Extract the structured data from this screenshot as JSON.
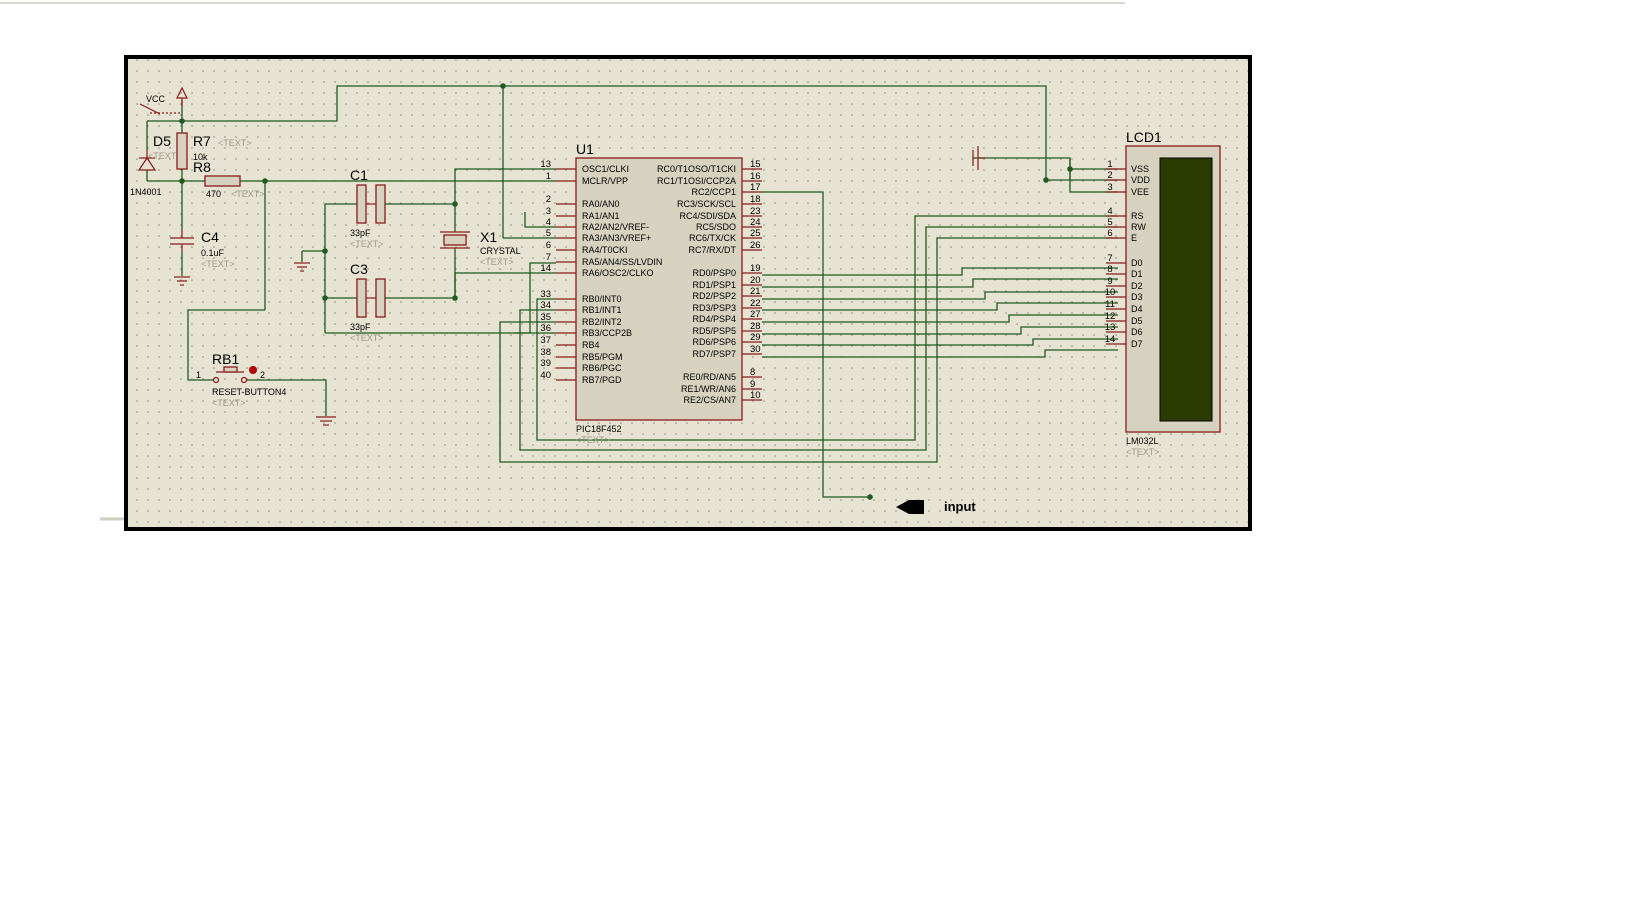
{
  "u1": {
    "ref": "U1",
    "part": "PIC18F452",
    "left_pins": [
      {
        "num": "13",
        "name": "OSC1/CLKI"
      },
      {
        "num": "1",
        "name": "MCLR/VPP"
      },
      {
        "num": "2",
        "name": "RA0/AN0"
      },
      {
        "num": "3",
        "name": "RA1/AN1"
      },
      {
        "num": "4",
        "name": "RA2/AN2/VREF-"
      },
      {
        "num": "5",
        "name": "RA3/AN3/VREF+"
      },
      {
        "num": "6",
        "name": "RA4/T0CKI"
      },
      {
        "num": "7",
        "name": "RA5/AN4/SS/LVDIN"
      },
      {
        "num": "14",
        "name": "RA6/OSC2/CLKO"
      },
      {
        "num": "33",
        "name": "RB0/INT0"
      },
      {
        "num": "34",
        "name": "RB1/INT1"
      },
      {
        "num": "35",
        "name": "RB2/INT2"
      },
      {
        "num": "36",
        "name": "RB3/CCP2B"
      },
      {
        "num": "37",
        "name": "RB4"
      },
      {
        "num": "38",
        "name": "RB5/PGM"
      },
      {
        "num": "39",
        "name": "RB6/PGC"
      },
      {
        "num": "40",
        "name": "RB7/PGD"
      }
    ],
    "right_pins": [
      {
        "num": "15",
        "name": "RC0/T1OSO/T1CKI"
      },
      {
        "num": "16",
        "name": "RC1/T1OSI/CCP2A"
      },
      {
        "num": "17",
        "name": "RC2/CCP1"
      },
      {
        "num": "18",
        "name": "RC3/SCK/SCL"
      },
      {
        "num": "23",
        "name": "RC4/SDI/SDA"
      },
      {
        "num": "24",
        "name": "RC5/SDO"
      },
      {
        "num": "25",
        "name": "RC6/TX/CK"
      },
      {
        "num": "26",
        "name": "RC7/RX/DT"
      },
      {
        "num": "19",
        "name": "RD0/PSP0"
      },
      {
        "num": "20",
        "name": "RD1/PSP1"
      },
      {
        "num": "21",
        "name": "RD2/PSP2"
      },
      {
        "num": "22",
        "name": "RD3/PSP3"
      },
      {
        "num": "27",
        "name": "RD4/PSP4"
      },
      {
        "num": "28",
        "name": "RD5/PSP5"
      },
      {
        "num": "29",
        "name": "RD6/PSP6"
      },
      {
        "num": "30",
        "name": "RD7/PSP7"
      },
      {
        "num": "8",
        "name": "RE0/RD/AN5"
      },
      {
        "num": "9",
        "name": "RE1/WR/AN6"
      },
      {
        "num": "10",
        "name": "RE2/CS/AN7"
      }
    ]
  },
  "lcd": {
    "ref": "LCD1",
    "part": "LM032L",
    "pins": [
      {
        "num": "1",
        "name": "VSS"
      },
      {
        "num": "2",
        "name": "VDD"
      },
      {
        "num": "3",
        "name": "VEE"
      },
      {
        "num": "4",
        "name": "RS"
      },
      {
        "num": "5",
        "name": "RW"
      },
      {
        "num": "6",
        "name": "E"
      },
      {
        "num": "7",
        "name": "D0"
      },
      {
        "num": "8",
        "name": "D1"
      },
      {
        "num": "9",
        "name": "D2"
      },
      {
        "num": "10",
        "name": "D3"
      },
      {
        "num": "11",
        "name": "D4"
      },
      {
        "num": "12",
        "name": "D5"
      },
      {
        "num": "13",
        "name": "D6"
      },
      {
        "num": "14",
        "name": "D7"
      }
    ]
  },
  "components": {
    "vcc": "VCC",
    "d5_ref": "D5",
    "d5_part": "1N4001",
    "r7_ref": "R7",
    "r7_val": "10k",
    "r8_ref": "R8",
    "r8_val": "470",
    "c4_ref": "C4",
    "c4_val": "0.1uF",
    "c1_ref": "C1",
    "c1_val": "33pF",
    "c3_ref": "C3",
    "c3_val": "33pF",
    "x1_ref": "X1",
    "x1_val": "CRYSTAL",
    "rb1_ref": "RB1",
    "rb1_val": "RESET-BUTTON4",
    "rb1_pin1": "1",
    "rb1_pin2": "2",
    "text_placeholder": "<TEXT>"
  },
  "input_label": "input",
  "colors": {
    "sheet": "#e6e3d3",
    "wire": "#1f5a1f",
    "component": "#8b1a1a",
    "chip_body": "#d6d2bf",
    "lcd_screen": "#2b3b00",
    "frame": "#000000"
  }
}
